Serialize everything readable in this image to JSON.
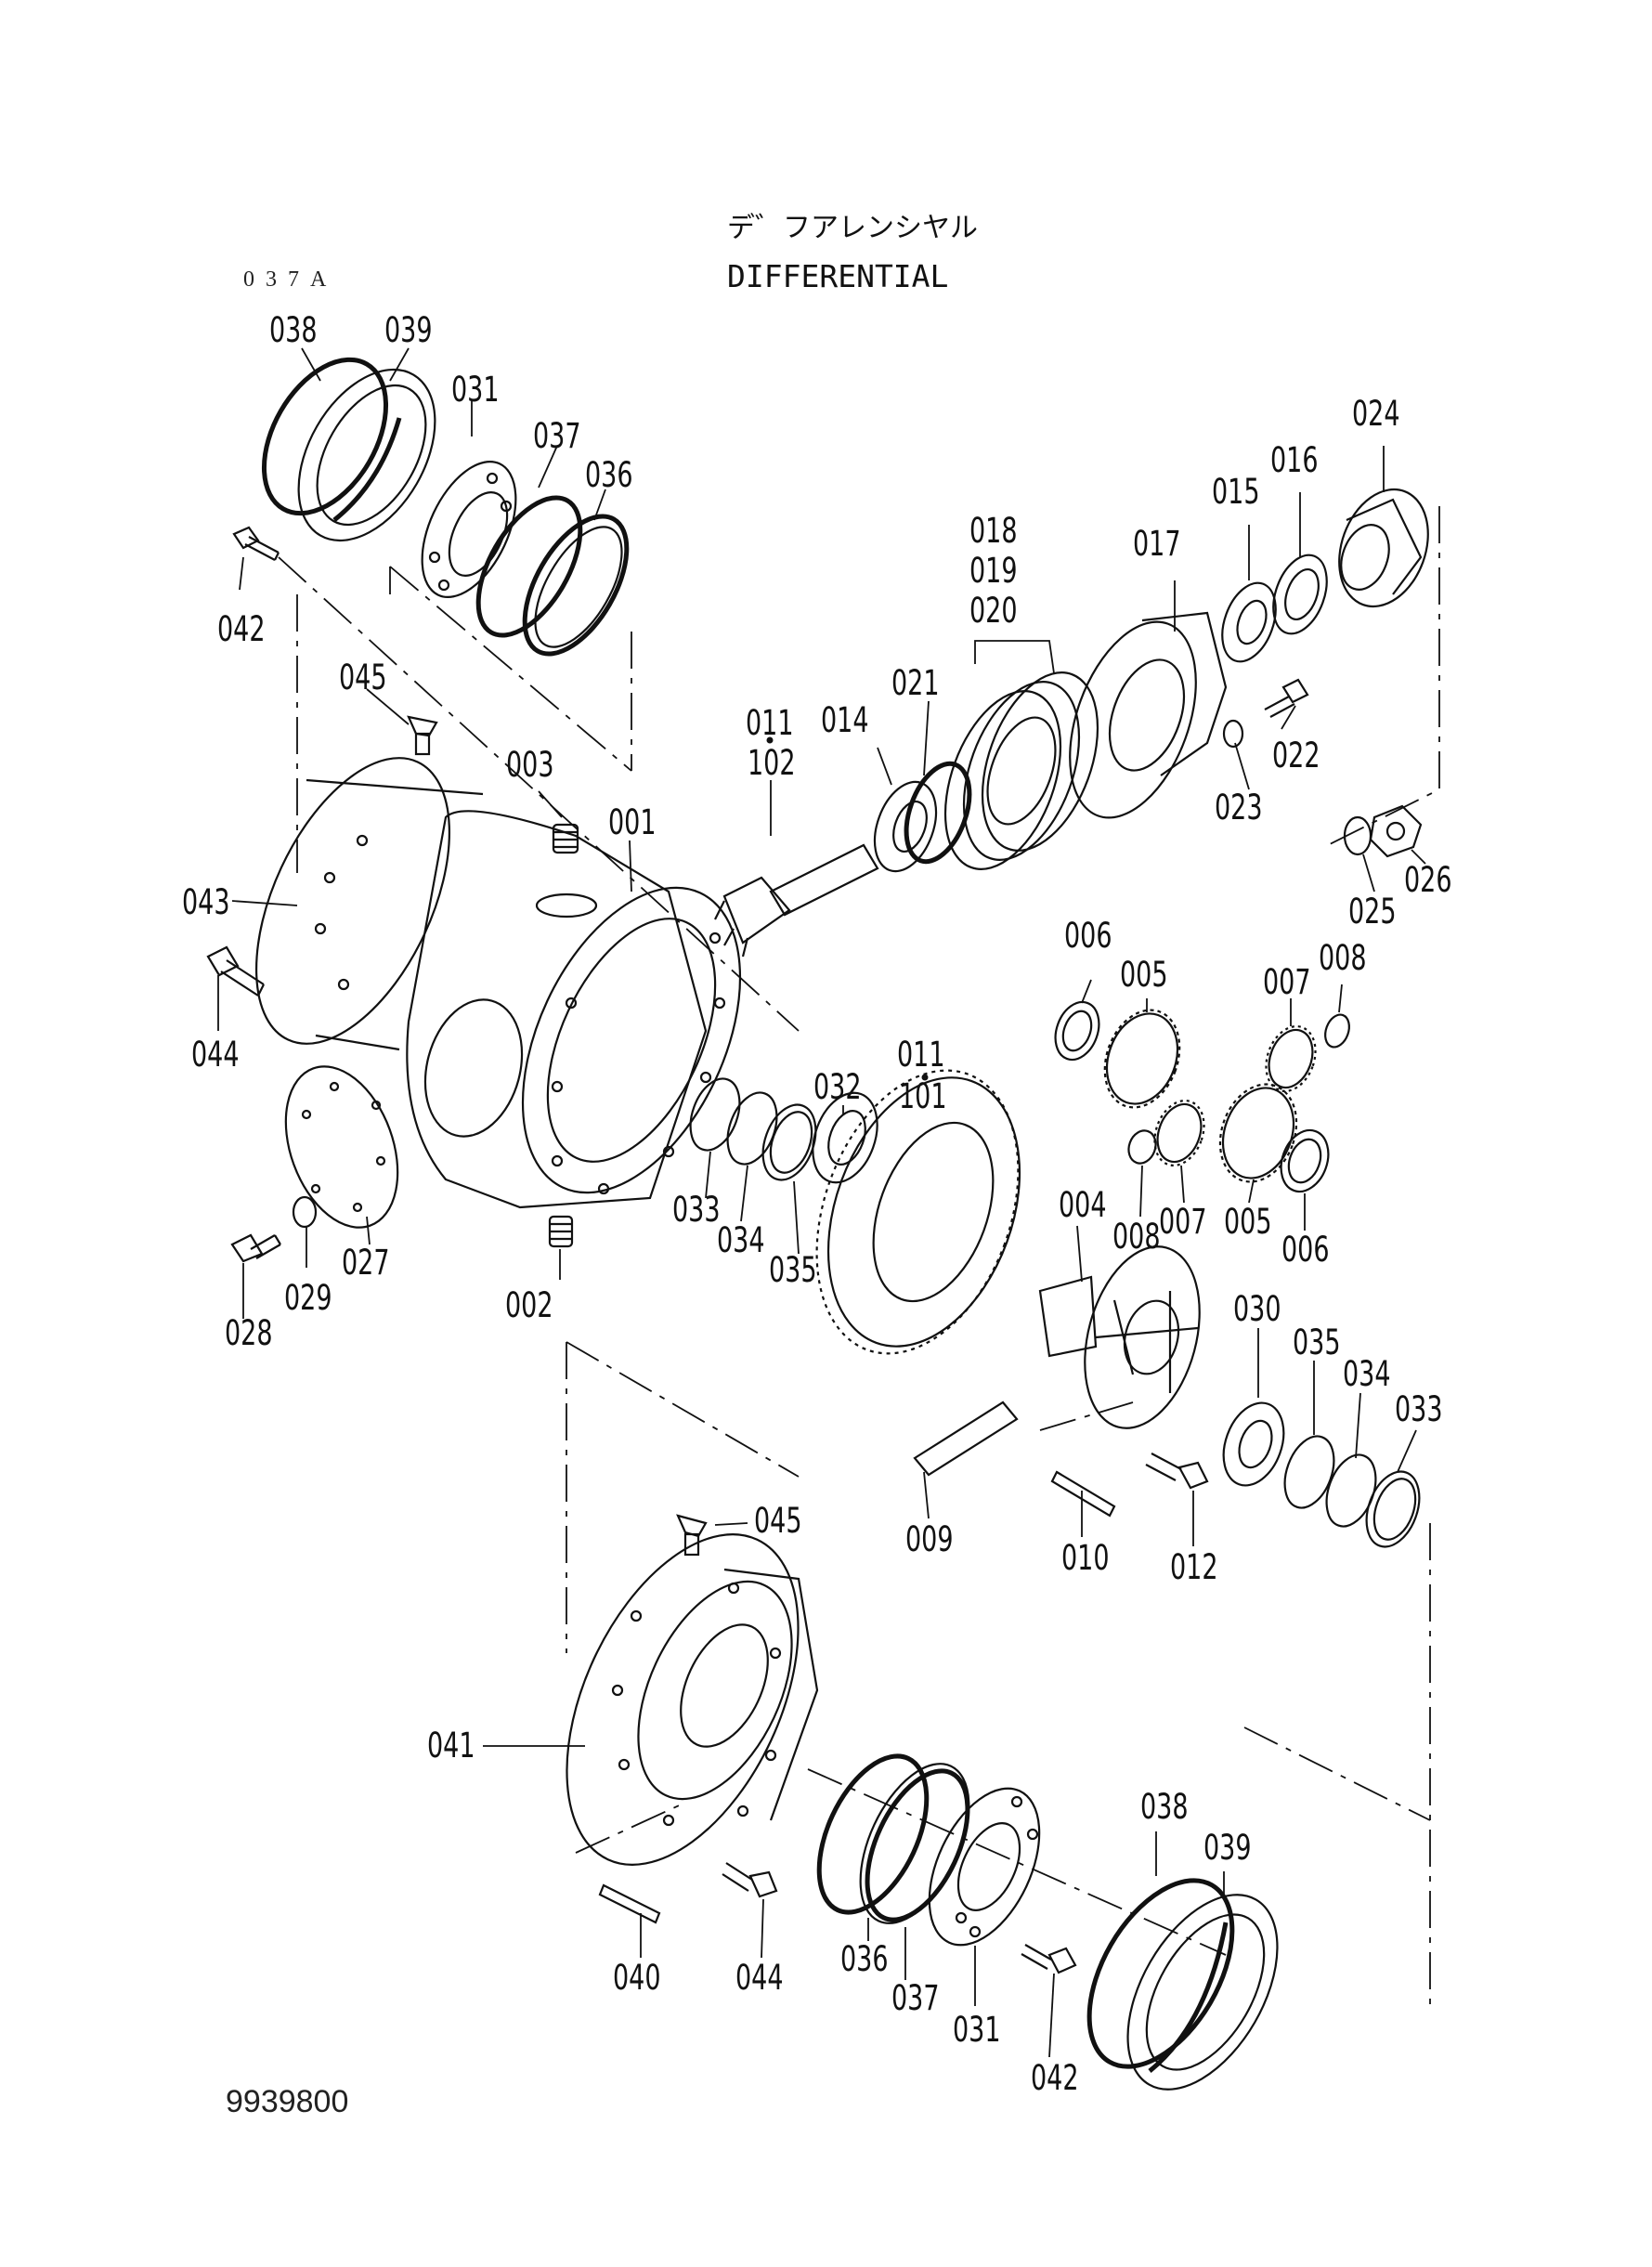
{
  "header": {
    "title_jp": "デ゛フアレンシヤル",
    "title_en": "DIFFERENTIAL",
    "sheet_code": "037A"
  },
  "footer": {
    "drawing_number": "9939800"
  },
  "callouts": {
    "c001": "001",
    "c002": "002",
    "c003": "003",
    "c004": "004",
    "c005a": "005",
    "c005b": "005",
    "c006a": "006",
    "c006b": "006",
    "c007a": "007",
    "c007b": "007",
    "c008a": "008",
    "c008b": "008",
    "c009": "009",
    "c010": "010",
    "c011a": "011",
    "c101": "101",
    "c011b": "011",
    "c102": "102",
    "c012": "012",
    "c014": "014",
    "c015": "015",
    "c016": "016",
    "c017": "017",
    "c018": "018",
    "c019": "019",
    "c020": "020",
    "c021": "021",
    "c022": "022",
    "c023": "023",
    "c024": "024",
    "c025": "025",
    "c026": "026",
    "c027": "027",
    "c028": "028",
    "c029": "029",
    "c030": "030",
    "c031a": "031",
    "c031b": "031",
    "c032": "032",
    "c033a": "033",
    "c033b": "033",
    "c034a": "034",
    "c034b": "034",
    "c035a": "035",
    "c035b": "035",
    "c036a": "036",
    "c036b": "036",
    "c037a": "037",
    "c037b": "037",
    "c038a": "038",
    "c038b": "038",
    "c039a": "039",
    "c039b": "039",
    "c040": "040",
    "c041": "041",
    "c042a": "042",
    "c042b": "042",
    "c043": "043",
    "c044a": "044",
    "c044b": "044",
    "c045a": "045",
    "c045b": "045"
  }
}
